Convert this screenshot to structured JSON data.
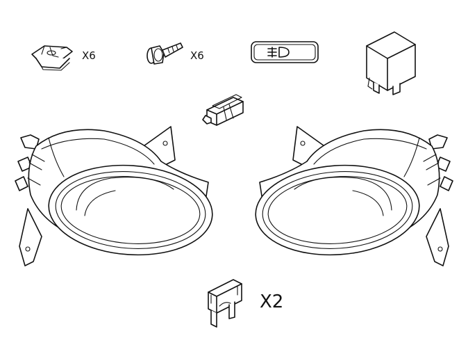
{
  "parts": {
    "clip_nut": {
      "quantity_label": "X6"
    },
    "screw": {
      "quantity_label": "X6"
    },
    "switch": {
      "quantity_label": ""
    },
    "relay": {
      "quantity_label": ""
    },
    "connector": {
      "quantity_label": ""
    },
    "fog_lamp_left": {
      "quantity_label": ""
    },
    "fog_lamp_right": {
      "quantity_label": ""
    },
    "fuse": {
      "quantity_label": "X2"
    }
  },
  "icons": [
    "clip-nut-icon",
    "screw-icon",
    "fog-light-switch-icon",
    "relay-icon",
    "connector-icon",
    "fog-lamp-icon",
    "fuse-icon"
  ],
  "colors": {
    "line": "#111111",
    "background": "#ffffff"
  }
}
